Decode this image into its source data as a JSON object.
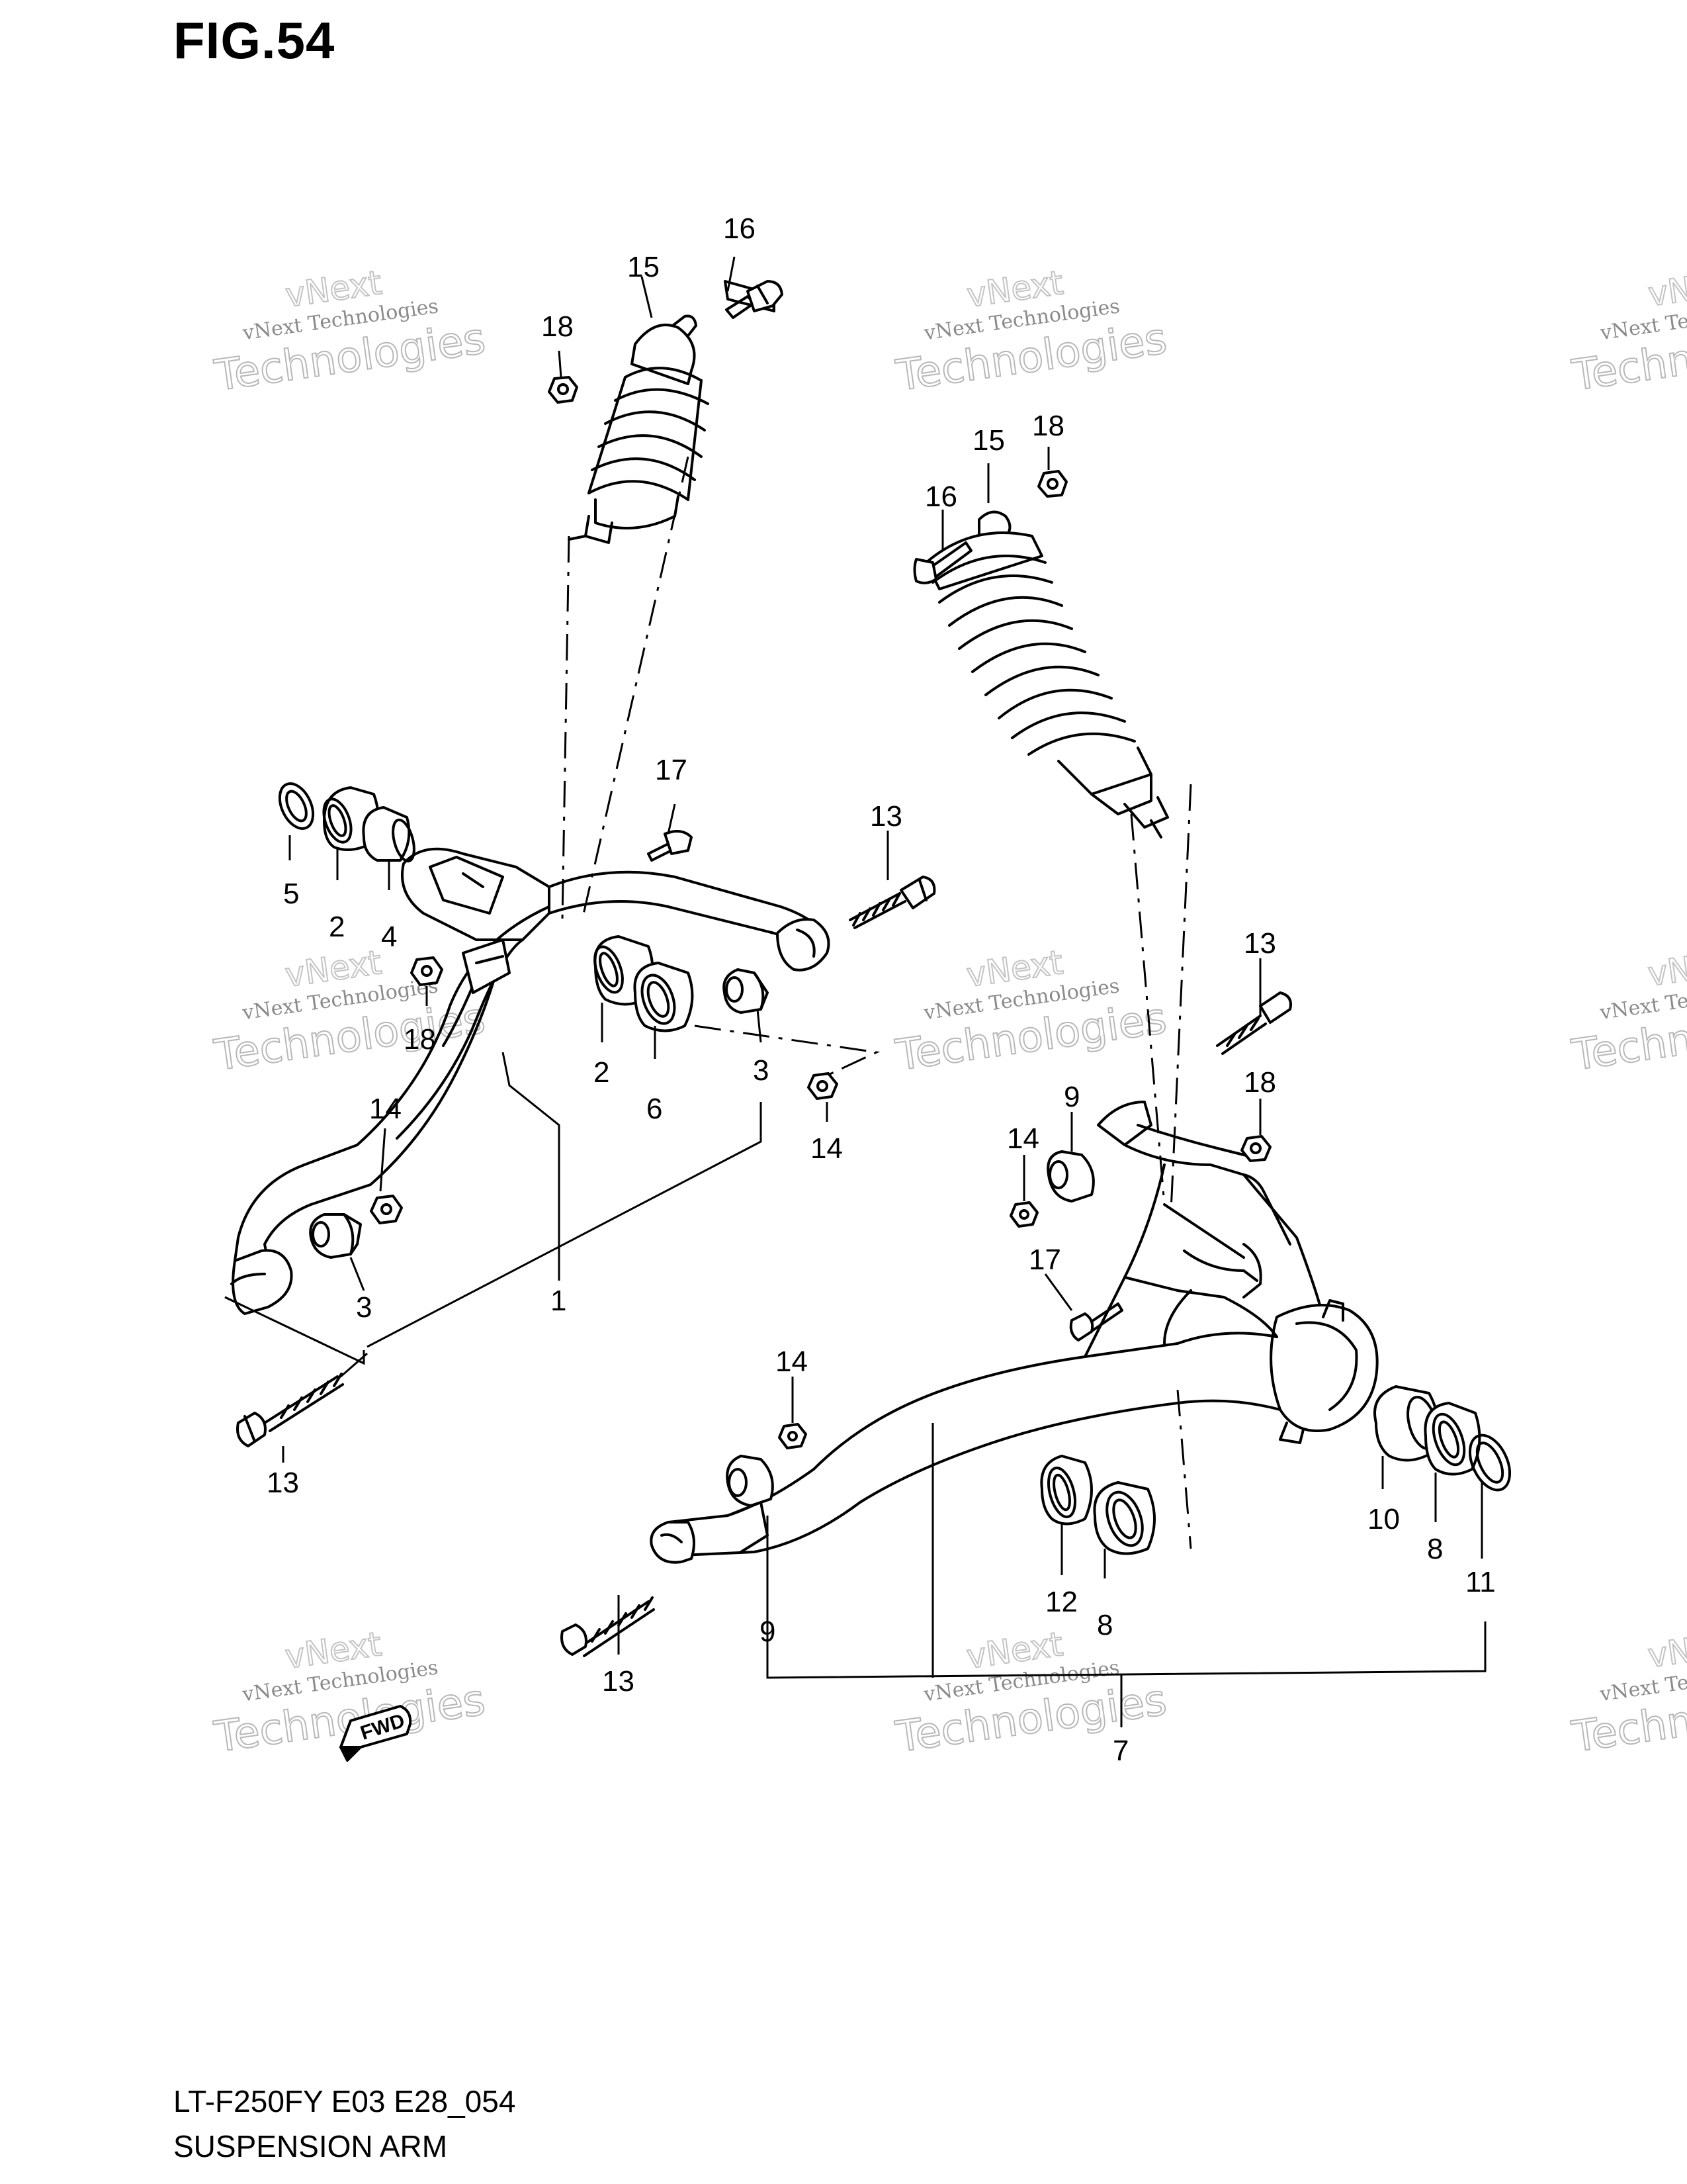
{
  "figure": {
    "title": "FIG.54",
    "model_code": "LT-F250FY E03 E28_054",
    "caption": "SUSPENSION ARM"
  },
  "watermark": {
    "line1": "vNext Technologies",
    "line2": "Technologies",
    "line3": "vNext"
  },
  "fwd_label": "FWD",
  "callouts": {
    "c1": "16",
    "c2": "15",
    "c3": "18",
    "c4": "15",
    "c5": "18",
    "c6": "16",
    "c7": "17",
    "c8": "13",
    "c9": "5",
    "c10": "2",
    "c11": "4",
    "c12": "18",
    "c13": "2",
    "c14": "6",
    "c15": "3",
    "c16": "14",
    "c17": "14",
    "c18": "3",
    "c19": "1",
    "c20": "13",
    "c21": "13",
    "c22": "18",
    "c23": "9",
    "c24": "14",
    "c25": "17",
    "c26": "14",
    "c27": "10",
    "c28": "8",
    "c29": "11",
    "c30": "12",
    "c31": "8",
    "c32": "9",
    "c33": "13",
    "c34": "7"
  },
  "colors": {
    "line": "#000000",
    "watermark": "#9a9a9a"
  }
}
